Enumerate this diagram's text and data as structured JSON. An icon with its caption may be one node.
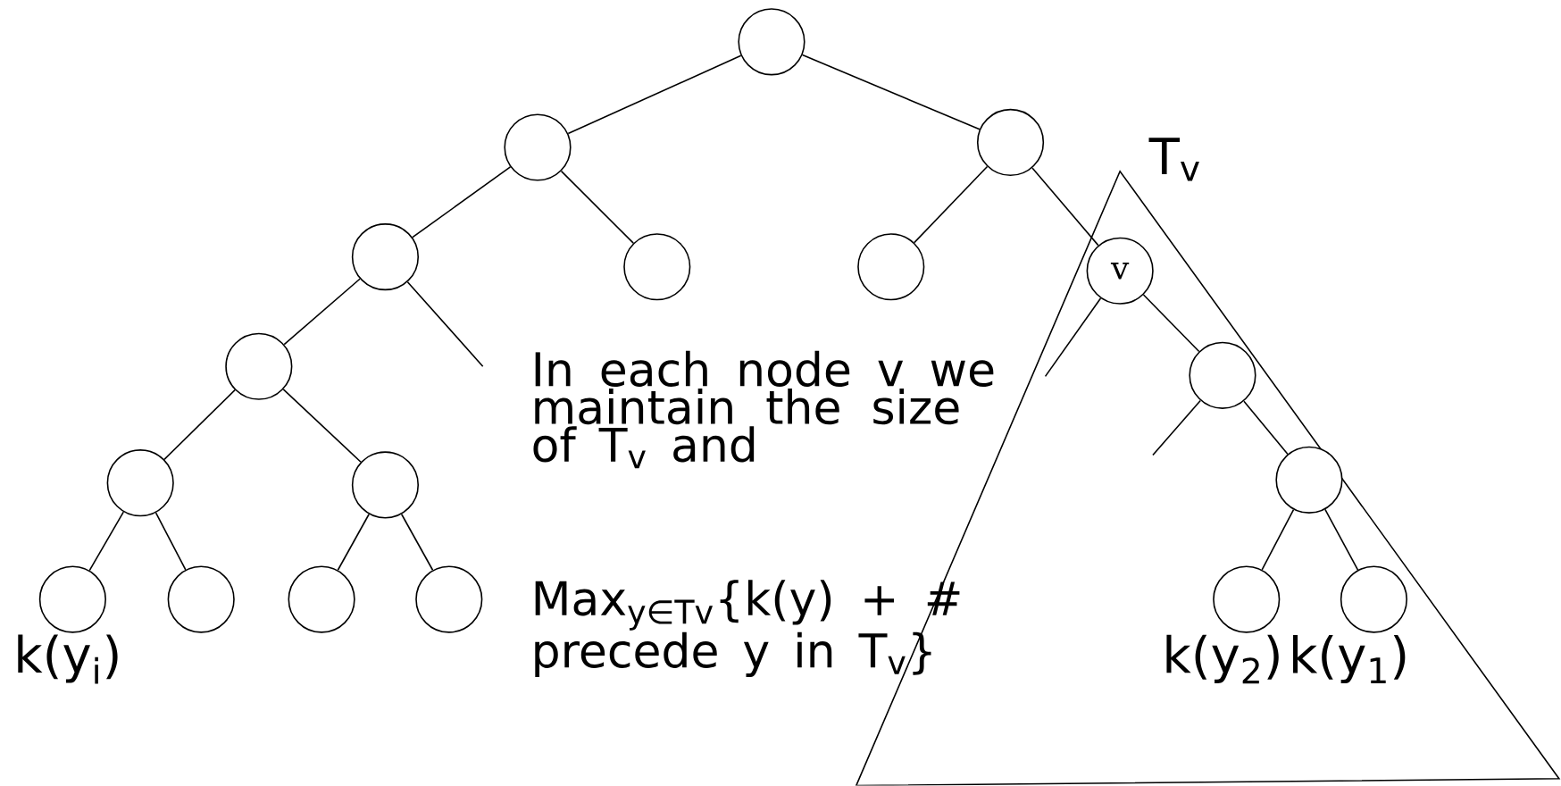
{
  "diagram": {
    "nodes": [
      {
        "text": [],
        "shape": "circle"
      },
      {
        "text": [],
        "shape": "circle"
      },
      {
        "text": [],
        "shape": "circle"
      },
      {
        "text": [],
        "shape": "circle"
      },
      {
        "text": [],
        "shape": "circle"
      },
      {
        "text": [],
        "shape": "circle"
      },
      {
        "text": [
          "v"
        ]
      },
      {
        "text": [],
        "shape": "circle"
      },
      {
        "text": [],
        "shape": "circle"
      },
      {
        "text": [],
        "shape": "circle"
      },
      {
        "text": [],
        "shape": "circle"
      },
      {
        "text": [],
        "shape": "circle"
      },
      {
        "text": [],
        "shape": "circle",
        "beside": [
          "k(y$_{i}$)"
        ]
      },
      {
        "text": [],
        "shape": "circle"
      },
      {
        "text": [],
        "shape": "circle"
      },
      {
        "text": [],
        "shape": "circle"
      },
      {
        "text": [],
        "shape": "circle",
        "beside": [
          "k(y$_{2}$)"
        ]
      },
      {
        "text": [],
        "shape": "circle",
        "beside": [
          "k(y$_{1}$)"
        ]
      }
    ],
    "edges": [
      {
        "from": 0,
        "to": 1,
        "arrow": "none"
      },
      {
        "from": 0,
        "to": 2,
        "arrow": "none"
      },
      {
        "from": 1,
        "to": 3,
        "arrow": "none"
      },
      {
        "from": 1,
        "to": 4,
        "arrow": "none"
      },
      {
        "from": 2,
        "to": 5,
        "arrow": "none"
      },
      {
        "from": 2,
        "to": 6,
        "arrow": "none"
      },
      {
        "from": 3,
        "to": 7,
        "arrow": "none"
      },
      {
        "from": 3,
        "to": null,
        "arrow": "none"
      },
      {
        "from": 7,
        "to": 9,
        "arrow": "none"
      },
      {
        "from": 7,
        "to": 10,
        "arrow": "none"
      },
      {
        "from": 9,
        "to": 12,
        "arrow": "none"
      },
      {
        "from": 9,
        "to": 13,
        "arrow": "none"
      },
      {
        "from": 10,
        "to": 14,
        "arrow": "none"
      },
      {
        "from": 10,
        "to": 15,
        "arrow": "none"
      },
      {
        "from": 6,
        "to": null,
        "arrow": "none"
      },
      {
        "from": 6,
        "to": 8,
        "arrow": "none"
      },
      {
        "from": 8,
        "to": null,
        "arrow": "none"
      },
      {
        "from": 8,
        "to": 11,
        "arrow": "none"
      },
      {
        "from": 11,
        "to": 16,
        "arrow": "none"
      },
      {
        "from": 11,
        "to": 17,
        "arrow": "none"
      }
    ],
    "labels": [
      "T$_{v}$",
      "In each node v we maintain the size of T$_{v}$ and",
      "Max$_{y∈Tv}${k(y) + # precede y in T$_{v}$}"
    ]
  }
}
